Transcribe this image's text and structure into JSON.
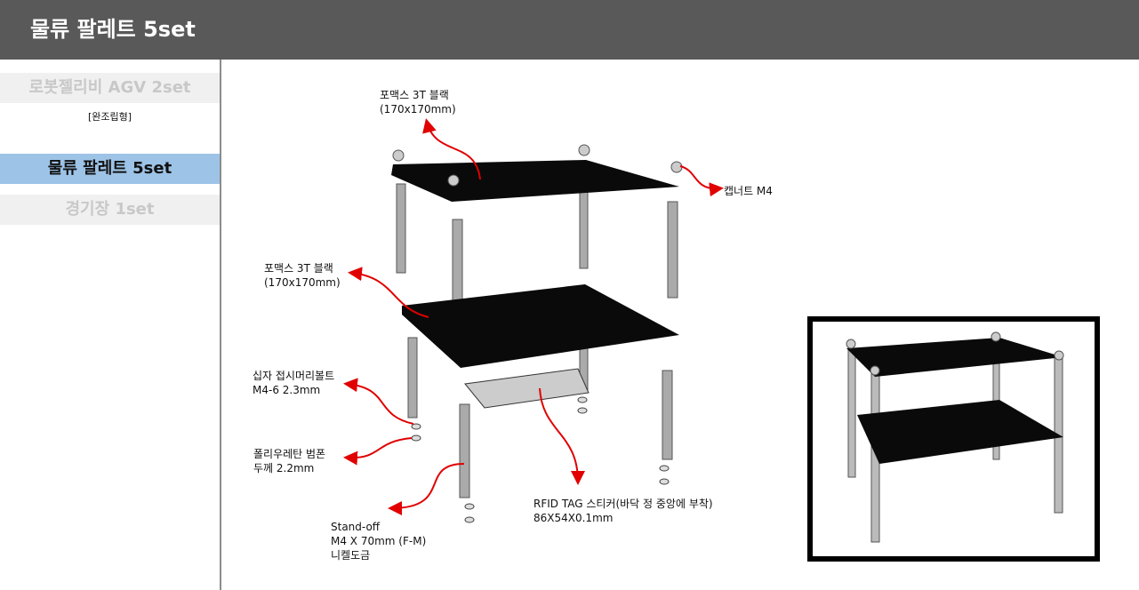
{
  "header": {
    "title": "물류 팔레트 5set"
  },
  "sidebar": {
    "items": [
      {
        "label": "로봇젤리비 AGV 2set",
        "sub": "[완조립형]"
      },
      {
        "label": "물류 팔레트 5set"
      },
      {
        "label": "경기장 1set"
      }
    ]
  },
  "diagram": {
    "labels": {
      "top_plate": [
        "포맥스 3T 블랙",
        "(170x170mm)"
      ],
      "cap_nut": [
        "캡너트 M4"
      ],
      "mid_plate": [
        "포맥스 3T 블랙",
        "(170x170mm)"
      ],
      "bolt": [
        "십자 접시머리볼트",
        "M4-6 2.3mm"
      ],
      "bumper": [
        "폴리우레탄 범폰",
        "두께 2.2mm"
      ],
      "standoff": [
        "Stand-off",
        "M4 X 70mm (F-M)",
        "니켈도금"
      ],
      "rfid": [
        "RFID TAG 스티커(바닥 정 중앙에 부착)",
        "86X54X0.1mm"
      ]
    }
  },
  "colors": {
    "header": "#595959",
    "active": "#9dc3e6",
    "inactive": "#f0f0f0",
    "arrow": "#e00000"
  }
}
